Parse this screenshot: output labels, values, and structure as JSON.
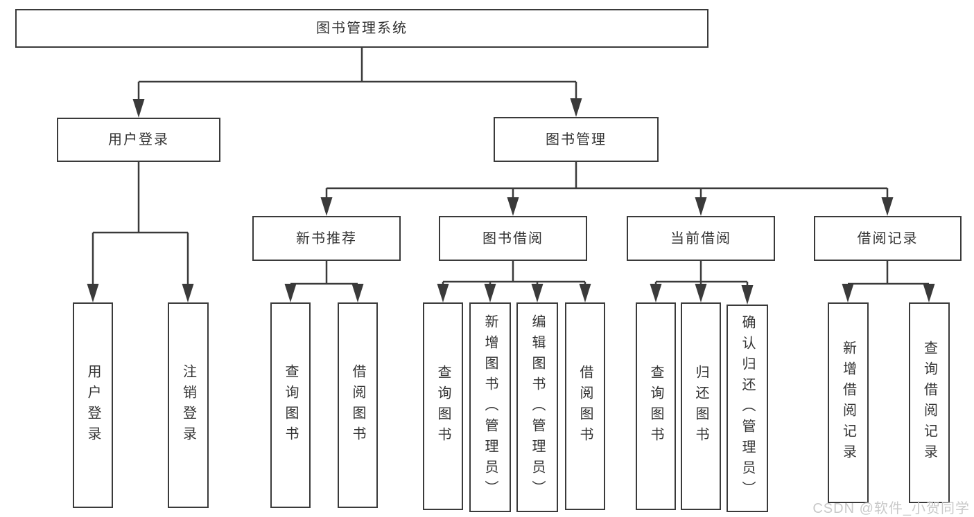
{
  "watermark": "CSDN @软件_小贺同学",
  "colors": {
    "line": "#3a3a3a",
    "box_border": "#3a3a3a",
    "text": "#333333",
    "background": "#ffffff",
    "watermark": "#c9c9c9"
  },
  "nodes": {
    "root": {
      "label": "图书管理系统"
    },
    "user_login_grp": {
      "label": "用户登录"
    },
    "book_mgmt": {
      "label": "图书管理"
    },
    "new_book_rec": {
      "label": "新书推荐"
    },
    "book_borrow": {
      "label": "图书借阅"
    },
    "current_borrow": {
      "label": "当前借阅"
    },
    "borrow_records": {
      "label": "借阅记录"
    },
    "user_login": {
      "label": "用户登录"
    },
    "logout": {
      "label": "注销登录"
    },
    "nb_query": {
      "label": "查询图书"
    },
    "nb_borrow": {
      "label": "借阅图书"
    },
    "bb_query": {
      "label": "查询图书"
    },
    "bb_add": {
      "label": "新增图书（管理员）"
    },
    "bb_edit": {
      "label": "编辑图书（管理员）"
    },
    "bb_borrow": {
      "label": "借阅图书"
    },
    "cb_query": {
      "label": "查询图书"
    },
    "cb_return": {
      "label": "归还图书"
    },
    "cb_confirm": {
      "label": "确认归还（管理员）"
    },
    "br_add": {
      "label": "新增借阅记录"
    },
    "br_query": {
      "label": "查询借阅记录"
    }
  }
}
